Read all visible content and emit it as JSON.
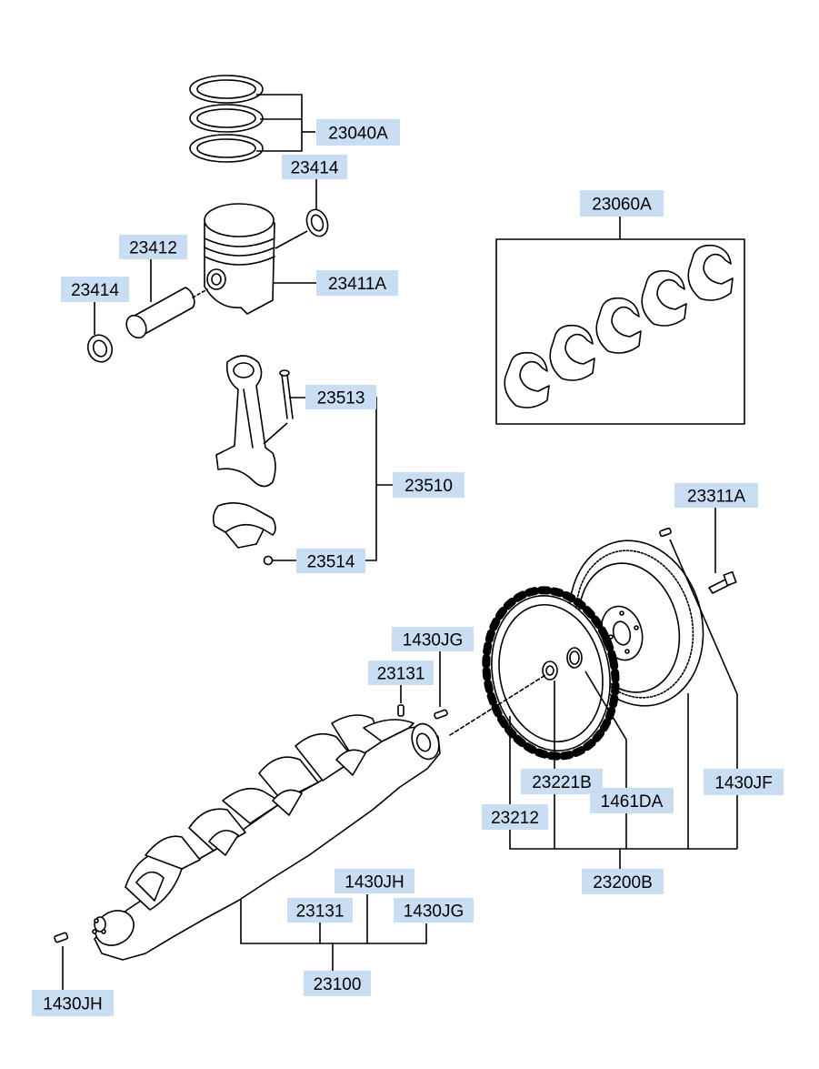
{
  "diagram": {
    "label_bg": "#c9def3",
    "line_color": "#000000",
    "labels": [
      {
        "id": "rings",
        "text": "23040A"
      },
      {
        "id": "snapring_a",
        "text": "23414"
      },
      {
        "id": "pin",
        "text": "23412"
      },
      {
        "id": "snapring_b",
        "text": "23414"
      },
      {
        "id": "piston",
        "text": "23411A"
      },
      {
        "id": "bearings",
        "text": "23060A"
      },
      {
        "id": "rod_bolt",
        "text": "23513"
      },
      {
        "id": "rod_assy",
        "text": "23510"
      },
      {
        "id": "rod_nut",
        "text": "23514"
      },
      {
        "id": "fly_bolt",
        "text": "23311A"
      },
      {
        "id": "pin_jg_top",
        "text": "1430JG"
      },
      {
        "id": "key_top",
        "text": "23131"
      },
      {
        "id": "bush",
        "text": "23221B"
      },
      {
        "id": "ring_gear",
        "text": "1461DA"
      },
      {
        "id": "pin_jf",
        "text": "1430JF"
      },
      {
        "id": "gear_plate",
        "text": "23212"
      },
      {
        "id": "fly_assy",
        "text": "23200B"
      },
      {
        "id": "pin_jh_mid",
        "text": "1430JH"
      },
      {
        "id": "key_mid",
        "text": "23131"
      },
      {
        "id": "pin_jg_mid",
        "text": "1430JG"
      },
      {
        "id": "crank_assy",
        "text": "23100"
      },
      {
        "id": "pin_jh_bot",
        "text": "1430JH"
      }
    ]
  }
}
